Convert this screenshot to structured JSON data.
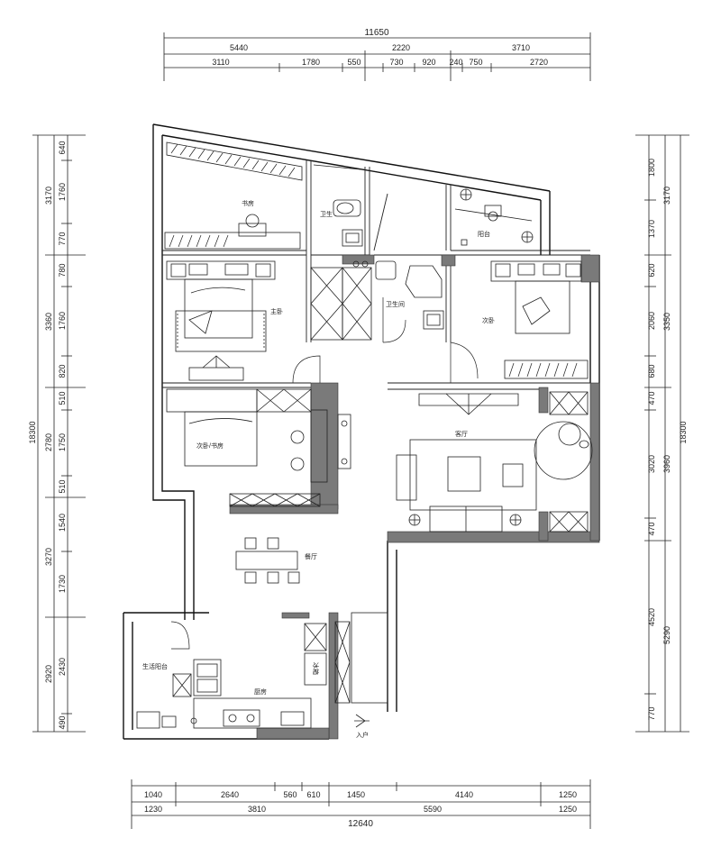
{
  "dimensions": {
    "top_total": "11650",
    "top_row1": [
      "5440",
      "2220",
      "3710"
    ],
    "top_row2": [
      "3110",
      "1780",
      "550",
      "730",
      "920",
      "240",
      "750",
      "2720"
    ],
    "bottom_row1": [
      "1040",
      "2640",
      "560",
      "610",
      "1450",
      "4140",
      "1250"
    ],
    "bottom_row2": [
      "1230",
      "3810",
      "5590",
      "1250"
    ],
    "bottom_total": "12640",
    "left_inner": [
      "640",
      "1760",
      "770",
      "780",
      "1760",
      "820",
      "510",
      "1750",
      "510",
      "1540",
      "1730",
      "2430",
      "490"
    ],
    "left_mid": [
      "3170",
      "3360",
      "2780",
      "3270",
      "2920"
    ],
    "left_total": "18300",
    "right_inner": [
      "1800",
      "1370",
      "620",
      "2060",
      "680",
      "470",
      "3020",
      "470",
      "4520",
      "770"
    ],
    "right_mid": [
      "3170",
      "3350",
      "3960",
      "5290"
    ],
    "right_total": "18300"
  },
  "rooms": {
    "study": "书房",
    "bath1": "卫生",
    "balcony1": "阳台",
    "master": "主卧",
    "bath2": "卫生间",
    "bedroom3": "次卧",
    "bedroom2": "次卧/书房",
    "living": "客厅",
    "dining": "餐厅",
    "balcony2": "生活阳台",
    "kitchen": "厨房",
    "fridge": "冰箱",
    "entrance": "入户"
  }
}
